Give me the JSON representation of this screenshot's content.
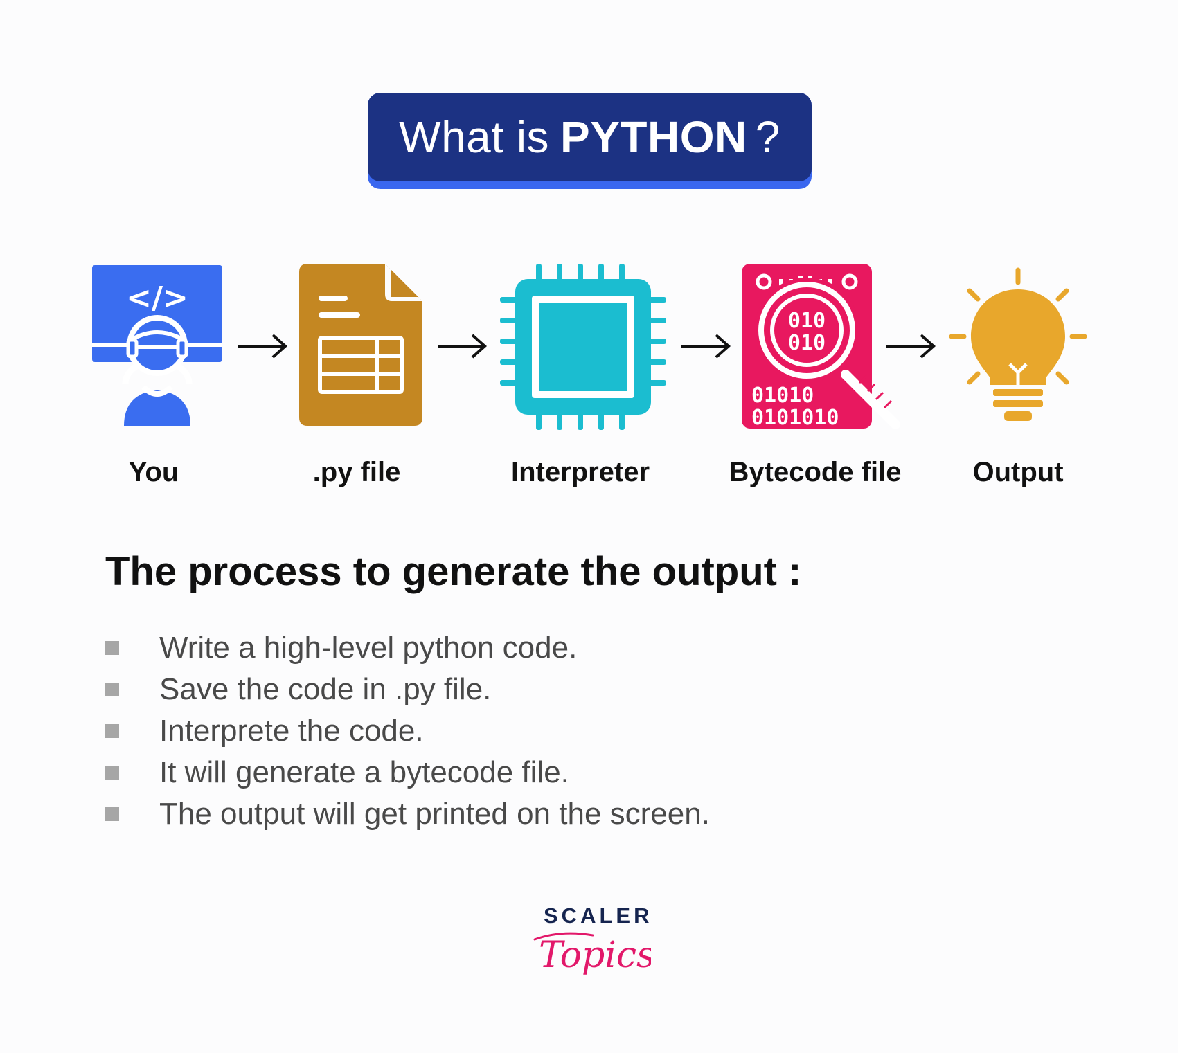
{
  "title": {
    "prefix": "What is",
    "emphasis": "PYTHON",
    "suffix": "?"
  },
  "steps": [
    {
      "label": "You",
      "icon": "developer-at-screen-icon",
      "color": "#3a6df0"
    },
    {
      "label": ".py file",
      "icon": "document-icon",
      "color": "#c48722"
    },
    {
      "label": "Interpreter",
      "icon": "cpu-chip-icon",
      "color": "#1bbdd0"
    },
    {
      "label": "Bytecode file",
      "icon": "bytecode-search-icon",
      "color": "#e8185f"
    },
    {
      "label": "Output",
      "icon": "lightbulb-icon",
      "color": "#e8a72c"
    }
  ],
  "icon_text": {
    "code_tag": "</>",
    "chip_binary_1": "010",
    "chip_binary_2": "010",
    "binary_row_1": "01010",
    "binary_row_2": "0101010"
  },
  "section_heading": "The process to generate the output :",
  "process_steps": [
    "Write a high-level python code.",
    "Save the code in .py file.",
    "Interprete the code.",
    "It will generate a bytecode file.",
    "The output will get printed on the screen."
  ],
  "logo": {
    "line1": "SCALER",
    "line2": "Topics"
  }
}
